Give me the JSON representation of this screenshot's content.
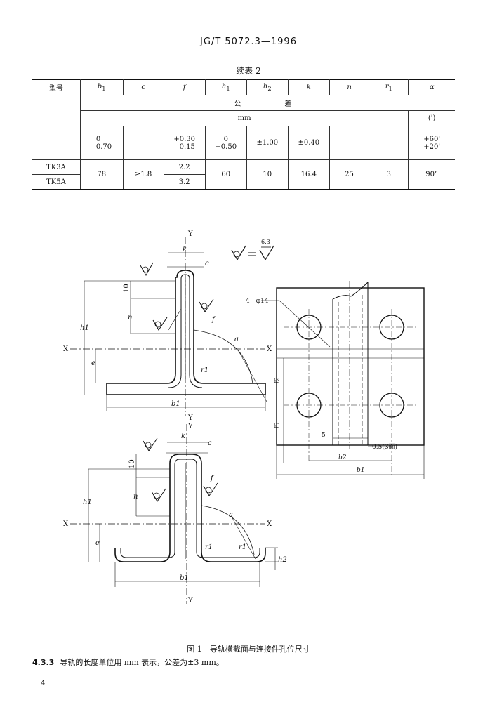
{
  "header": {
    "standard": "JG/T 5072.3—1996"
  },
  "table": {
    "caption": "续表 2",
    "columns": [
      "型号",
      "b1",
      "c",
      "f",
      "h1",
      "h2",
      "k",
      "n",
      "r1",
      "α"
    ],
    "tolerance_label": "公　　差",
    "unit_mm": "mm",
    "unit_deg": "(')",
    "tolerances": {
      "b1_upper": "0",
      "b1_lower": "0.70",
      "f_upper": "+0.30",
      "f_lower": "0.15",
      "h1_upper": "0",
      "h1_lower": "−0.50",
      "h2": "±1.00",
      "k": "±0.40",
      "alpha_upper": "+60'",
      "alpha_lower": "+20'"
    },
    "rows": [
      {
        "model": "TK3A",
        "f": "2.2"
      },
      {
        "model": "TK5A",
        "f": "3.2"
      }
    ],
    "shared": {
      "b1": "78",
      "c": "≥1.8",
      "h1": "60",
      "h2": "10",
      "k": "16.4",
      "n": "25",
      "r1": "3",
      "alpha": "90°"
    }
  },
  "figure": {
    "caption": "图 1　导轨横截面与连接件孔位尺寸",
    "labels": {
      "Y": "Y",
      "X": "X",
      "k": "k",
      "c": "c",
      "f": "f",
      "n": "n",
      "e": "e",
      "a": "a",
      "h1": "h1",
      "h2": "h2",
      "b1": "b1",
      "b2": "b2",
      "r1": "r1",
      "ten": "10",
      "l2": "l2",
      "l3": "l3",
      "five": "5",
      "holes": "4—φ14",
      "finish_value": "6.3",
      "finish_note": "0.5(3面)"
    }
  },
  "clause": {
    "number": "4.3.3",
    "text": "导轨的长度单位用 mm 表示，公差为±3 mm。"
  },
  "page_number": "4"
}
